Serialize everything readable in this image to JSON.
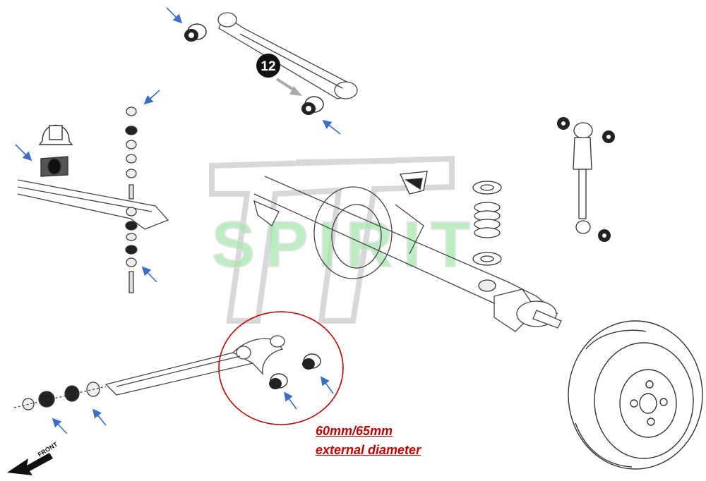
{
  "watermark": {
    "text": "SPIRIT",
    "monogram": "TT"
  },
  "callout": {
    "number": "12"
  },
  "front_label": "FRONT",
  "annotation": {
    "line1": "60mm/65mm",
    "line2": "external diameter"
  },
  "colors": {
    "line_art": "#333333",
    "pointer_arrows": "#3a6fc4",
    "highlight_circle": "#c00000",
    "annotation_text": "#c00000",
    "watermark_fill": "#9fe3a8",
    "watermark_outline": "#d0d0d0"
  },
  "icons": [
    "blue-pointer-arrow",
    "front-direction-arrow",
    "bushing",
    "wheel",
    "shock-absorber",
    "coil-spring",
    "axle"
  ]
}
